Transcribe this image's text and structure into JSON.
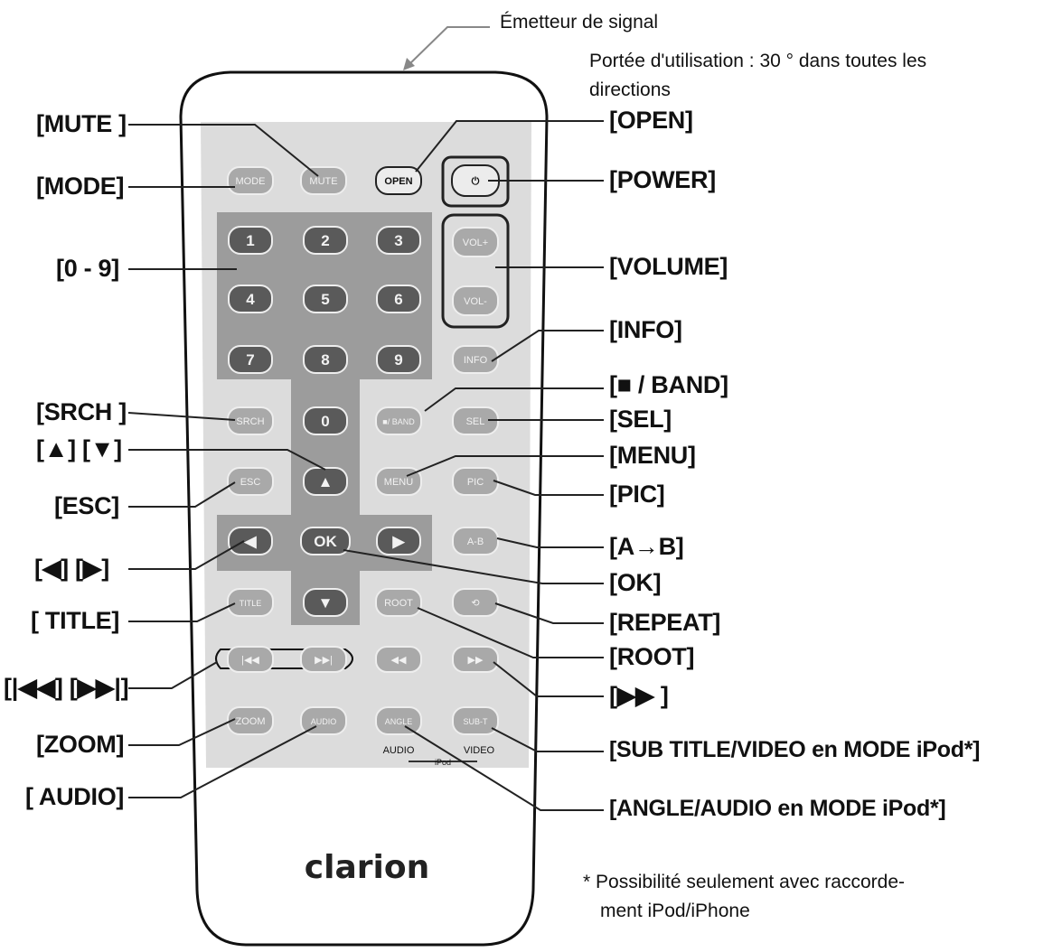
{
  "notes": {
    "emitter": "Émetteur de signal",
    "range_line1": "Portée d'utilisation : 30 ° dans toutes les",
    "range_line2": "directions",
    "footnote_line1": "*  Possibilité seulement avec raccorde-",
    "footnote_line2": "ment iPod/iPhone"
  },
  "left_labels": {
    "mute": "[MUTE ]",
    "mode": "[MODE]",
    "digits": "[0 - 9]",
    "srch": "[SRCH ]",
    "up_down": "[▲] [▼]",
    "esc": "[ESC]",
    "left_right": "[◀] [▶]",
    "title": "[ TITLE]",
    "prev_next": "[|◀◀] [▶▶|]",
    "zoom": "[ZOOM]",
    "audio": "[ AUDIO]"
  },
  "right_labels": {
    "open": "[OPEN]",
    "power": "[POWER]",
    "volume": "[VOLUME]",
    "info": "[INFO]",
    "stop_band": "[■ / BAND]",
    "sel": "[SEL]",
    "menu": "[MENU]",
    "pic": "[PIC]",
    "ab": "[A→B]",
    "ok": "[OK]",
    "repeat": "[REPEAT]",
    "root": "[ROOT]",
    "ff": "[▶▶ ]",
    "subtitle": "[SUB TITLE/VIDEO en MODE iPod*]",
    "angle": "[ANGLE/AUDIO en MODE iPod*]"
  },
  "remote": {
    "brand": "clarion",
    "buttons": {
      "mode": "MODE",
      "mute": "MUTE",
      "open": "OPEN",
      "power": "⏻",
      "vol_up": "VOL+",
      "vol_down": "VOL-",
      "d1": "1",
      "d2": "2",
      "d3": "3",
      "d4": "4",
      "d5": "5",
      "d6": "6",
      "d7": "7",
      "d8": "8",
      "d9": "9",
      "d0": "0",
      "info": "INFO",
      "srch": "SRCH",
      "band": "■/ BAND",
      "sel": "SEL",
      "esc": "ESC",
      "up": "▲",
      "menu": "MENU",
      "pic": "PIC",
      "left": "◀",
      "ok": "OK",
      "right": "▶",
      "ab": "A-B",
      "title": "TITLE",
      "down": "▼",
      "root": "ROOT",
      "repeat": "⟲",
      "prev": "|◀◀",
      "next": "▶▶|",
      "rew": "◀◀",
      "ff": "▶▶",
      "zoom": "ZOOM",
      "audio": "AUDIO",
      "angle": "ANGLE",
      "subt": "SUB-T"
    },
    "ipod_audio": "AUDIO",
    "ipod_video": "VIDEO",
    "ipod_tag": "iPod"
  }
}
